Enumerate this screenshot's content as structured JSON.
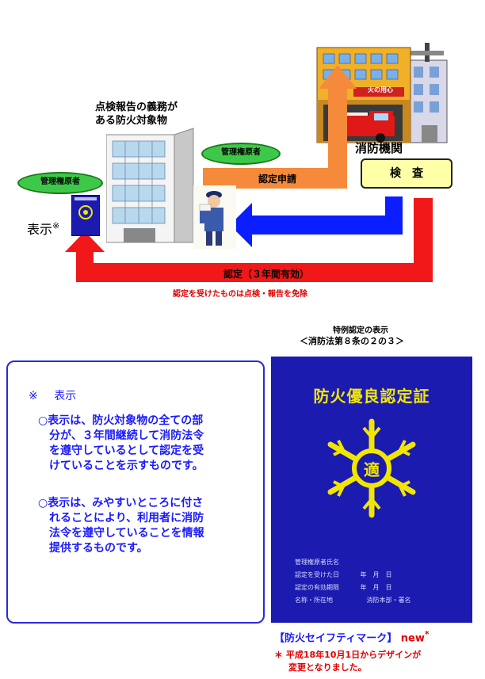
{
  "diagram": {
    "building_caption_line1": "点検報告の義務が",
    "building_caption_line2": "ある防火対象物",
    "manager_label_left": "管理権原者",
    "manager_label_mid": "管理権原者",
    "fire_agency": "消防機関",
    "firehouse_sign": "火の用心",
    "inspection": "検　査",
    "application": "認定申請",
    "certification": "認定（３年間有効）",
    "exemption_note": "認定を受けたものは点検・報告を免除",
    "display_label": "表示",
    "display_mark": "※"
  },
  "notice": {
    "heading_mark": "※",
    "heading": "表示",
    "paragraph1_bullet": "○",
    "paragraph1_lines": [
      "表示は、防火対象物の全ての部",
      "分が、３年間継続して消防法令",
      "を遵守しているとして認定を受",
      "けていることを示すものです。"
    ],
    "paragraph2_bullet": "○",
    "paragraph2_lines": [
      "表示は、みやすいところに付さ",
      "れることにより、利用者に消防",
      "法令を遵守していることを情報",
      "提供するものです。"
    ]
  },
  "certificate": {
    "caption_line1": "特例認定の表示",
    "caption_line2": "＜消防法第８条の２の３＞",
    "title": "防火優良認定証",
    "emblem_char": "適",
    "detail_rows": [
      {
        "label": "管理権原者氏名",
        "value": ""
      },
      {
        "label": "認定を受けた日",
        "value": "年　月　日"
      },
      {
        "label": "認定の有効期限",
        "value": "年　月　日"
      },
      {
        "label": "名称・所在地",
        "value": "消防本部・署名"
      }
    ],
    "mark_name": "【防火セイフティマーク】",
    "mark_new": "new",
    "mark_star": "*",
    "footnote_line1": "＊ 平成18年10月1日からデザインが",
    "footnote_line2": "変更となりました。"
  },
  "colors": {
    "orange_arrow": "#f58a3a",
    "blue_arrow": "#0a1eff",
    "red_arrow": "#f01818",
    "pill_green": "#3ec84a",
    "inspection_yellow": "#ffffa8",
    "notice_text": "#1a1aff",
    "cert_blue": "#1b1bb0",
    "cert_yellow": "#f2e600",
    "footnote_red": "#e00000"
  }
}
